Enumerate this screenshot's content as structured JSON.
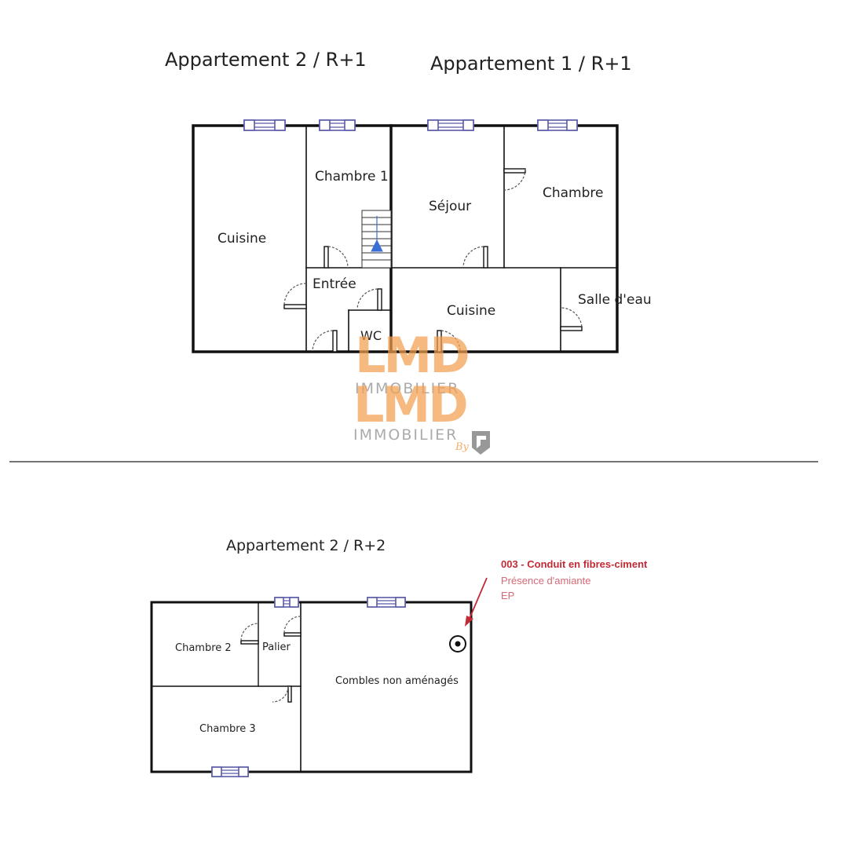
{
  "titles": {
    "apt2_r1": "Appartement 2 / R+1",
    "apt1_r1": "Appartement 1 / R+1",
    "apt2_r2": "Appartement 2 / R+2"
  },
  "rooms": {
    "cuisine_a2": "Cuisine",
    "chambre1": "Chambre 1",
    "entree": "Entrée",
    "wc": "WC",
    "sejour": "Séjour",
    "chambre_a1": "Chambre",
    "cuisine_a1": "Cuisine",
    "salle_eau": "Salle d'eau",
    "chambre2": "Chambre 2",
    "palier": "Palier",
    "chambre3": "Chambre 3",
    "combles": "Combles non aménagés"
  },
  "annotation": {
    "title": "003 - Conduit en fibres-ciment",
    "subtitle": "Présence d'amiante",
    "code": "EP",
    "color": "#c22a35"
  },
  "watermark": {
    "brand": "LMD",
    "word": "IMMOBILIER",
    "by": "By",
    "color": "#f2a050"
  },
  "colors": {
    "wall": "#111111",
    "window": "#5a5aa8",
    "stair_arrow": "#3b6fd6"
  }
}
